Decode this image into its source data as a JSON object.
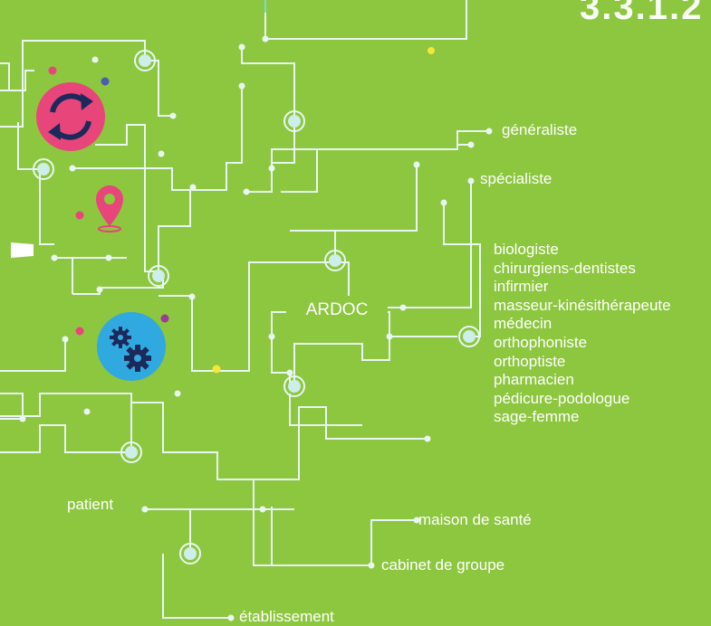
{
  "corner_text": "3.3.1.2",
  "center_label": "ARDOC",
  "right_labels": {
    "generaliste": "généraliste",
    "specialiste": "spécialiste"
  },
  "professions": [
    "biologiste",
    "chirurgiens-dentistes",
    "infirmier",
    "masseur-kinésithérapeute",
    "médecin",
    "orthophoniste",
    "orthoptiste",
    "pharmacien",
    "pédicure-podologue",
    "sage-femme"
  ],
  "bottom_labels": {
    "patient": "patient",
    "maison_de_sante": "maison de santé",
    "cabinet_de_groupe": "cabinet de groupe",
    "etablissement": "établissement"
  },
  "icons": {
    "sync": "sync-icon",
    "location": "location-pin-icon",
    "settings": "gears-icon"
  },
  "colors": {
    "background": "#8dc63f",
    "line": "#e8f7f4",
    "pink": "#e8457b",
    "blue": "#2fa9e0",
    "navy": "#1b2a5a",
    "yellow": "#f5e63a",
    "purple": "#9b3d96"
  }
}
